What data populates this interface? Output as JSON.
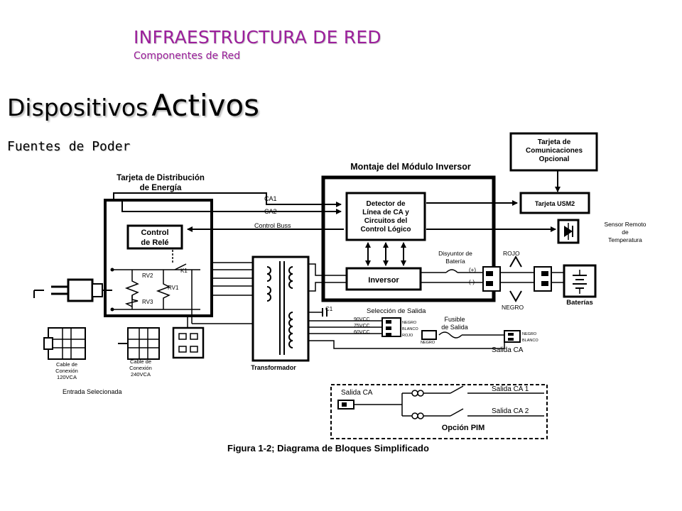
{
  "header": {
    "title": "INFRAESTRUCTURA DE RED",
    "subtitle": "Componentes de Red"
  },
  "slide": {
    "title_part1": "Dispositivos",
    "title_part2": "Activos",
    "subtitle": "Fuentes de Poder"
  },
  "diagram": {
    "dist_card_line1": "Tarjeta de Distribución",
    "dist_card_line2": "de Energía",
    "inverter_module": "Montaje del Módulo Inversor",
    "comm_card_line1": "Tarjeta de",
    "comm_card_line2": "Comunicaciones",
    "comm_card_line3": "Opcional",
    "usm2_card": "Tarjeta USM2",
    "ca1": "CA1",
    "ca2": "CA2",
    "control_bus": "Control Buss",
    "relay_control_line1": "Control",
    "relay_control_line2": "de Relé",
    "detector_line1": "Detector de",
    "detector_line2": "Línea de CA y",
    "detector_line3": "Circuitos del",
    "detector_line4": "Control Lógico",
    "sensor_line1": "Sensor Remoto",
    "sensor_line2": "de",
    "sensor_line3": "Temperatura",
    "breaker_line1": "Disyuntor de",
    "breaker_line2": "Batería",
    "rojo": "ROJO",
    "negro": "NEGRO",
    "inversor": "Inversor",
    "plus": "(+)",
    "minus": "(-)",
    "baterias": "Baterías",
    "rv1": "RV1",
    "rv2": "RV2",
    "rv3": "RV3",
    "k1": "K1",
    "c1": "C1",
    "output_selection": "Selección de Salida",
    "v1": "90VCC",
    "v2": "75VCC",
    "v3": "60VCC",
    "w1": "NEGRO",
    "w2": "BLANCO",
    "w3": "ROJO",
    "w_negro": "NEGRO",
    "fuse_line1": "Fusible",
    "fuse_line2": "de Salida",
    "out_w1": "NEGRO",
    "out_w2": "BLANCO",
    "salida_ca": "Salida CA",
    "transformer": "Transformador",
    "cable120_line1": "Cable de",
    "cable120_line2": "Conexión",
    "cable120_line3": "120VCA",
    "cable240_line1": "Cable de",
    "cable240_line2": "Conexión",
    "cable240_line3": "240VCA",
    "selected_input": "Entrada Selecionada",
    "pim_salida_ca": "Salida CA",
    "pim_out1": "Salida CA 1",
    "pim_out2": "Salida CA 2",
    "pim_option": "Opción PIM",
    "caption": "Figura 1-2;  Diagrama de Bloques Simplificado"
  }
}
